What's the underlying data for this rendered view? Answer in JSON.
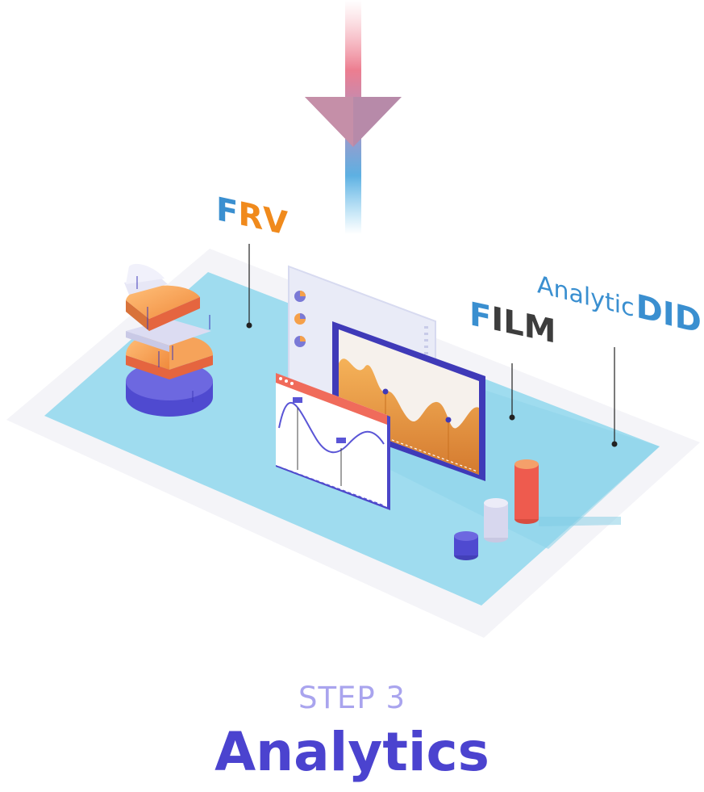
{
  "labels": {
    "frv_f": "F",
    "frv_rest": "RV",
    "film_f": "F",
    "film_rest": "ILM",
    "analytic": "Analytic",
    "did": "DID"
  },
  "caption": {
    "step": "STEP 3",
    "title": "Analytics"
  },
  "colors": {
    "blue": "#3a8fd0",
    "orange": "#f08a1c",
    "dark": "#3d3d3d",
    "mat": "#9fdcef",
    "step": "#a9a4ee",
    "title": "#4b43cf",
    "red": "#ee5b4e",
    "purple": "#5a55d6"
  }
}
